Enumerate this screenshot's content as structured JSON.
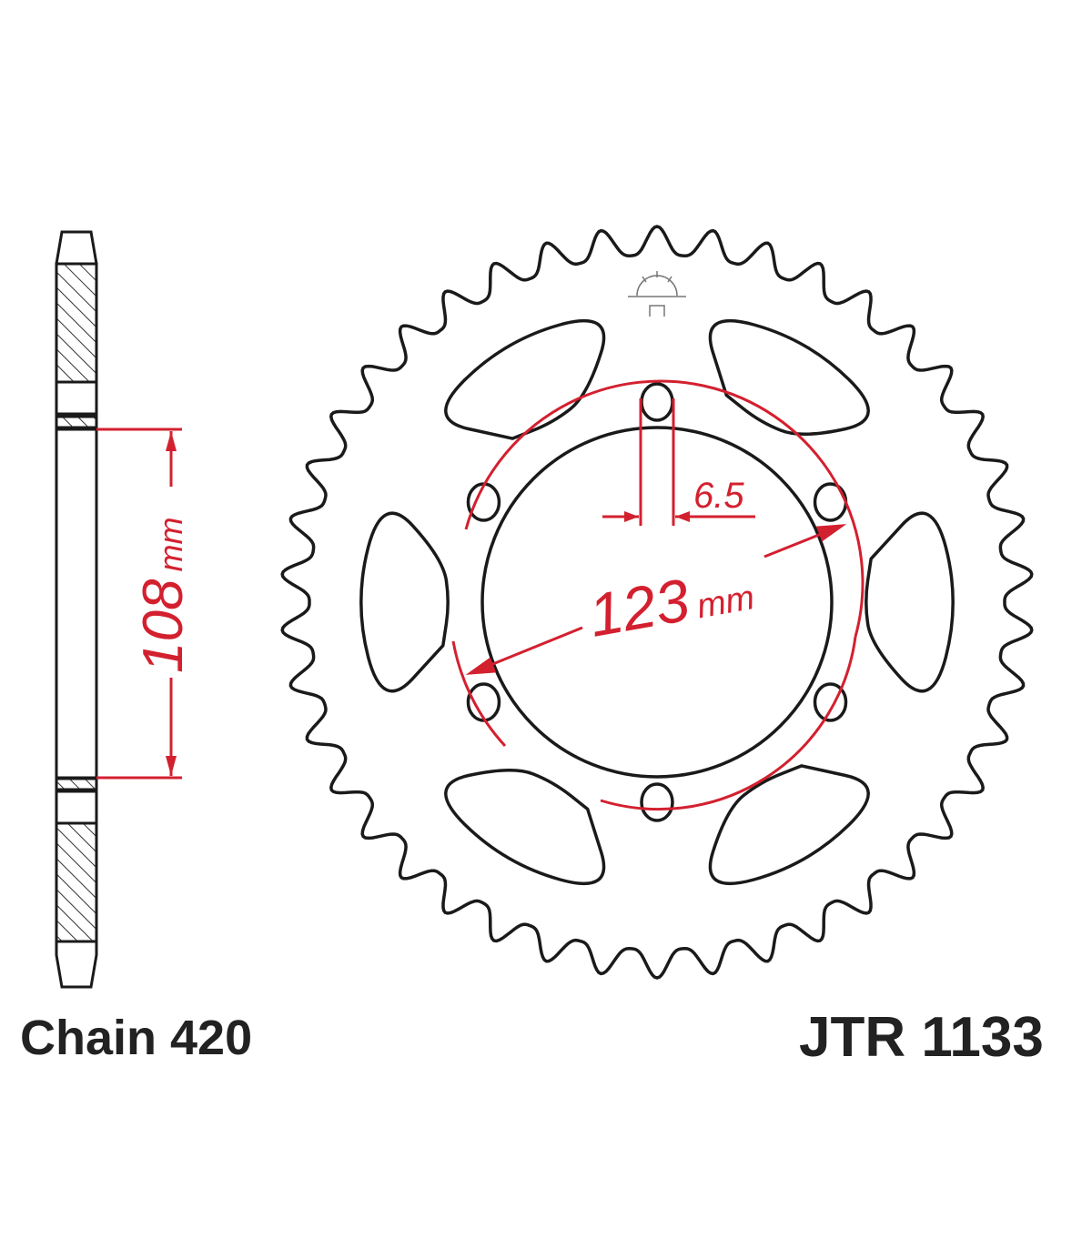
{
  "part_number": "JTR 1133",
  "chain_label": "Chain 420",
  "dimensions": {
    "bolt_circle_value": "123",
    "bolt_circle_unit": "mm",
    "center_bore_value": "108",
    "center_bore_unit": "mm",
    "bolt_hole_value": "6.5"
  },
  "sprocket": {
    "teeth": 42,
    "bolt_holes": 6
  },
  "colors": {
    "outline": "#1a1a1a",
    "dimension": "#d3202f",
    "label": "#222222"
  }
}
